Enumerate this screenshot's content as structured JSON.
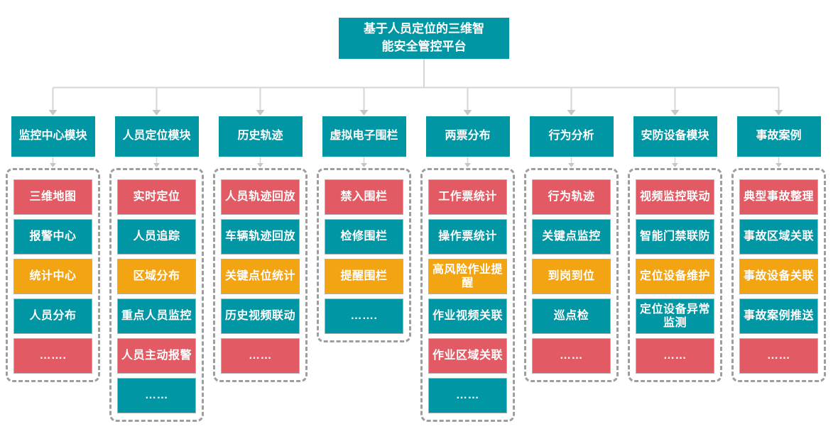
{
  "title": "基于人员定位的三维智能安全管控平台",
  "colors": {
    "teal": "#0096A4",
    "red": "#E25B64",
    "orange": "#F2A413",
    "connector_line": "#D6D6D6",
    "arrow": "#C6C6C6",
    "dashed_border": "#9E9E9E",
    "item_border": "#B0B0B0",
    "text": "#FFFFFF"
  },
  "modules": [
    {
      "label": "监控中心模块",
      "items": [
        {
          "label": "三维地图",
          "color": "red"
        },
        {
          "label": "报警中心",
          "color": "teal"
        },
        {
          "label": "统计中心",
          "color": "orange"
        },
        {
          "label": "人员分布",
          "color": "teal"
        },
        {
          "label": "…….",
          "color": "red"
        }
      ]
    },
    {
      "label": "人员定位模块",
      "items": [
        {
          "label": "实时定位",
          "color": "red"
        },
        {
          "label": "人员追踪",
          "color": "teal"
        },
        {
          "label": "区域分布",
          "color": "orange"
        },
        {
          "label": "重点人员监控",
          "color": "teal"
        },
        {
          "label": "人员主动报警",
          "color": "red"
        },
        {
          "label": "……",
          "color": "teal"
        }
      ]
    },
    {
      "label": "历史轨迹",
      "items": [
        {
          "label": "人员轨迹回放",
          "color": "red"
        },
        {
          "label": "车辆轨迹回放",
          "color": "teal"
        },
        {
          "label": "关键点位统计",
          "color": "orange"
        },
        {
          "label": "历史视频联动",
          "color": "teal"
        },
        {
          "label": "……",
          "color": "red"
        }
      ]
    },
    {
      "label": "虚拟电子围栏",
      "items": [
        {
          "label": "禁入围栏",
          "color": "red"
        },
        {
          "label": "检修围栏",
          "color": "teal"
        },
        {
          "label": "提醒围栏",
          "color": "orange"
        },
        {
          "label": "…….",
          "color": "teal"
        }
      ]
    },
    {
      "label": "两票分布",
      "items": [
        {
          "label": "工作票统计",
          "color": "red"
        },
        {
          "label": "操作票统计",
          "color": "teal"
        },
        {
          "label": "高风险作业提醒",
          "color": "orange"
        },
        {
          "label": "作业视频关联",
          "color": "teal"
        },
        {
          "label": "作业区域关联",
          "color": "red"
        },
        {
          "label": "……",
          "color": "teal"
        }
      ]
    },
    {
      "label": "行为分析",
      "items": [
        {
          "label": "行为轨迹",
          "color": "red"
        },
        {
          "label": "关键点监控",
          "color": "teal"
        },
        {
          "label": "到岗到位",
          "color": "orange"
        },
        {
          "label": "巡点检",
          "color": "teal"
        },
        {
          "label": "……",
          "color": "red"
        }
      ]
    },
    {
      "label": "安防设备模块",
      "items": [
        {
          "label": "视频监控联动",
          "color": "red"
        },
        {
          "label": "智能门禁联防",
          "color": "teal"
        },
        {
          "label": "定位设备维护",
          "color": "orange"
        },
        {
          "label": "定位设备异常监测",
          "color": "teal"
        },
        {
          "label": "……",
          "color": "red"
        }
      ]
    },
    {
      "label": "事故案例",
      "items": [
        {
          "label": "典型事故整理",
          "color": "red"
        },
        {
          "label": "事故区域关联",
          "color": "teal"
        },
        {
          "label": "事故设备关联",
          "color": "orange"
        },
        {
          "label": "事故案例推送",
          "color": "teal"
        },
        {
          "label": "……",
          "color": "red"
        }
      ]
    }
  ]
}
